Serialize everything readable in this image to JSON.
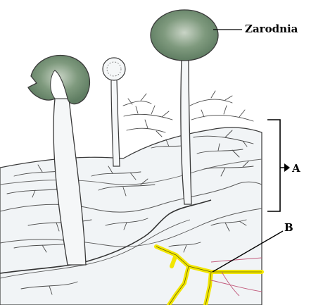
{
  "diagram": {
    "labels": {
      "sporangium": "Zarodnia",
      "a": "A",
      "b": "B"
    },
    "colors": {
      "outline": "#3a3a3a",
      "surface_fill": "#f1f4f6",
      "spore_mass": "#5f7d62",
      "highlight": "#f2e600",
      "vein_red": "#c25b7d"
    }
  }
}
